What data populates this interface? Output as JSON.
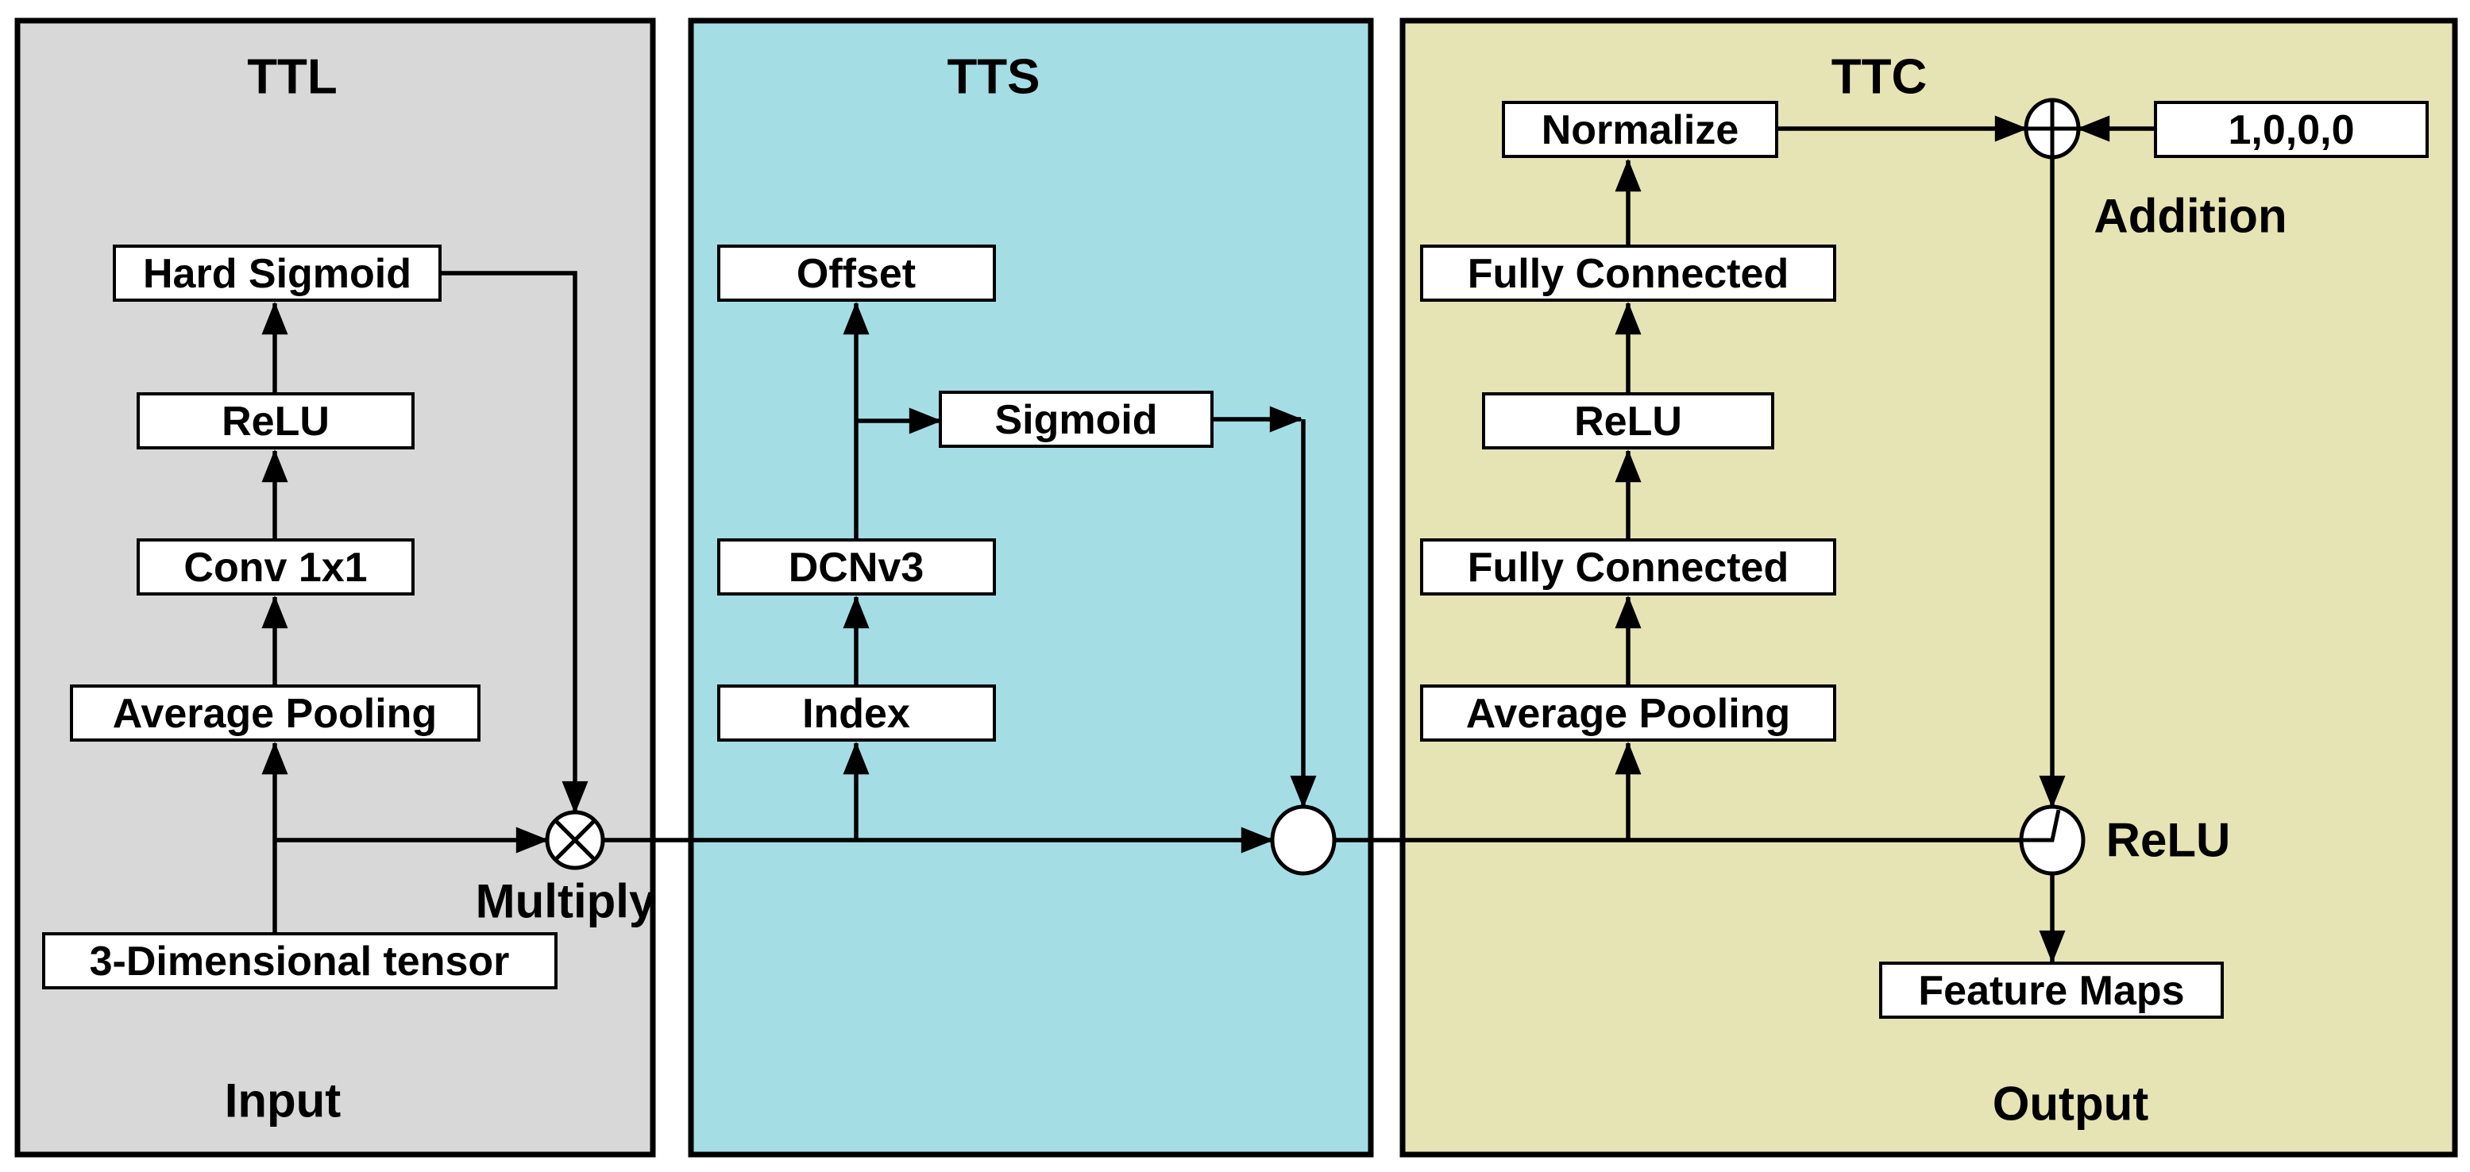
{
  "diagram": {
    "background": "#ffffff",
    "line_color": "#000000",
    "node_fill": "#ffffff"
  },
  "ttl": {
    "title": "TTL",
    "color": "#d8d8d8",
    "boxes": {
      "hard_sigmoid": "Hard Sigmoid",
      "relu": "ReLU",
      "conv": "Conv 1x1",
      "avg_pool": "Average Pooling",
      "tensor": "3-Dimensional tensor"
    },
    "labels": {
      "multiply": "Multiply",
      "input": "Input"
    }
  },
  "tts": {
    "title": "TTS",
    "color": "#a5dde5",
    "boxes": {
      "offset": "Offset",
      "sigmoid": "Sigmoid",
      "dcnv3": "DCNv3",
      "index": "Index"
    }
  },
  "ttc": {
    "title": "TTC",
    "color": "#e6e3b5",
    "boxes": {
      "normalize": "Normalize",
      "fully_connected_top": "Fully Connected",
      "relu": "ReLU",
      "fully_connected_bottom": "Fully Connected",
      "avg_pool": "Average Pooling",
      "constant": "1,0,0,0",
      "feature_maps": "Feature Maps"
    },
    "labels": {
      "addition": "Addition",
      "relu_op": "ReLU",
      "output": "Output"
    }
  }
}
